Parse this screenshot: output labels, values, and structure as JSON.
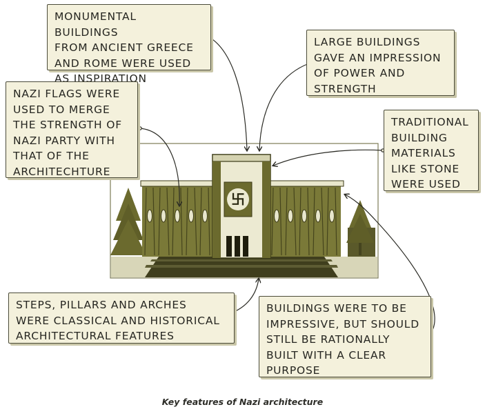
{
  "notes": {
    "monumental": "MONUMENTAL BUILDINGS\nFROM ANCIENT GREECE\nAND ROME WERE USED\nAS INSPIRATION",
    "large": "LARGE BUILDINGS\nGAVE AN IMPRESSION\nOF POWER AND\nSTRENGTH",
    "flags": "NAZI FLAGS WERE\nUSED TO MERGE\nTHE STRENGTH OF\nNAZI PARTY WITH\nTHAT OF THE\nARCHITECHTURE",
    "materials": "TRADITIONAL\nBUILDING\nMATERIALS\nLIKE STONE\nWERE USED",
    "steps": "STEPS, PILLARS AND ARCHES\nWERE CLASSICAL AND HISTORICAL\nARCHITECTURAL FEATURES",
    "impressive": "BUILDINGS WERE TO BE\nIMPRESSIVE, BUT SHOULD\nSTILL BE RATIONALLY\nBUILT WITH A CLEAR\nPURPOSE"
  },
  "caption": "Key features of Nazi architecture",
  "emblem_glyph": "卐",
  "colors": {
    "olive": "#6b6a2e",
    "olive_dark": "#3c3b18",
    "note_fill": "#f4f1dc",
    "ink": "#262621"
  }
}
